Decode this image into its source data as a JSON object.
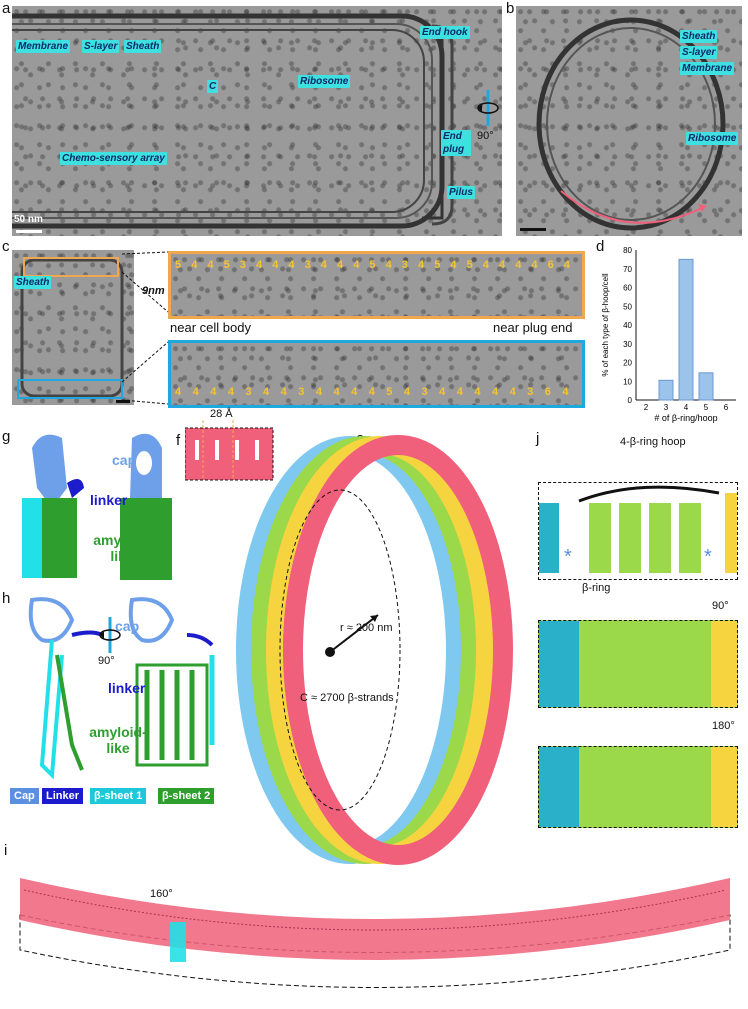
{
  "panels": {
    "a": {
      "letter": "a",
      "scale": "50 nm",
      "labels": [
        "Membrane",
        "S-layer",
        "Sheath",
        "End hook",
        "Ribosome",
        "C",
        "End plug",
        "Chemo-sensory array",
        "Pilus"
      ]
    },
    "rotate_a_b": "90°",
    "b": {
      "letter": "b",
      "labels": [
        "Sheath",
        "S-layer",
        "Membrane",
        "Ribosome"
      ]
    },
    "c": {
      "letter": "c",
      "sheath": "Sheath",
      "height": "9nm",
      "top_numbers": [
        "5",
        "4",
        "4",
        "5",
        "3",
        "4",
        "4",
        "4",
        "3",
        "4",
        "4",
        "4",
        "5",
        "4",
        "3",
        "4",
        "5",
        "4",
        "5",
        "4",
        "4",
        "4",
        "4",
        "6",
        "4"
      ],
      "bottom_numbers": [
        "4",
        "4",
        "4",
        "4",
        "3",
        "4",
        "4",
        "3",
        "4",
        "4",
        "4",
        "4",
        "5",
        "4",
        "3",
        "4",
        "4",
        "4",
        "4",
        "4",
        "3",
        "6",
        "4"
      ],
      "near_left": "near cell body",
      "near_right": "near plug end"
    },
    "d": {
      "letter": "d"
    },
    "e": {
      "letter": "e",
      "radius": "r ≈ 200 nm",
      "circumference": "C ≈ 2700 β-strands"
    },
    "f": {
      "letter": "f",
      "width": "28 Å"
    },
    "g": {
      "letter": "g",
      "cap": "cap",
      "linker": "linker",
      "amyloid": "amyloid-like"
    },
    "h": {
      "letter": "h",
      "rotate": "90°",
      "cap": "cap",
      "linker": "linker",
      "amyloid": "amyloid-like"
    },
    "i": {
      "letter": "i",
      "rotate": "160°"
    },
    "j": {
      "letter": "j",
      "hoop": "4-β-ring hoop",
      "ring": "β-ring",
      "rot1": "90°",
      "rot2": "180°"
    }
  },
  "legend": [
    {
      "label": "Cap",
      "color": "#5b8fe0"
    },
    {
      "label": "Linker",
      "color": "#1c1ccc"
    },
    {
      "label": "β-sheet 1",
      "color": "#1fc8d8"
    },
    {
      "label": "β-sheet 2",
      "color": "#2e9e2e"
    }
  ],
  "colors": {
    "pink": "#f0607a",
    "cyan": "#3fe0e0",
    "green": "#9bd84a",
    "yellow": "#f5d440",
    "blue": "#7fc8f0",
    "purple": "#9a86d8",
    "orange": "#f0a850"
  },
  "chart_data": {
    "type": "bar",
    "categories": [
      "2",
      "3",
      "4",
      "5",
      "6"
    ],
    "values": [
      0,
      10.5,
      75,
      14.5,
      0
    ],
    "xlabel": "# of β-ring/hoop",
    "ylabel": "% of each type of β-hoop/cell",
    "ylim": [
      0,
      80
    ],
    "yticks": [
      "0",
      "10",
      "20",
      "30",
      "40",
      "50",
      "60",
      "70",
      "80"
    ]
  }
}
